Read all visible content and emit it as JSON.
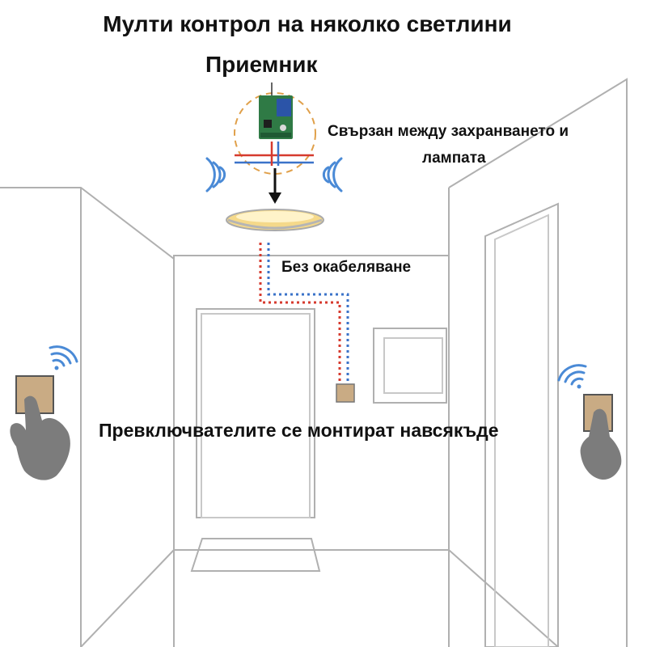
{
  "title": "Мулти контрол на няколко светлини",
  "receiver_label": "Приемник",
  "connection_note_line1": "Свързан между захранването и",
  "connection_note_line2": "лампата",
  "wireless_note": "Без окабеляване",
  "switches_note": "Превключвателите се монтират навсякъде",
  "colors": {
    "line": "#a8a8a8",
    "wire_red": "#d63a2e",
    "wire_blue": "#3b73c9",
    "wifi_blue": "#4a8ad6",
    "switch_fill": "#c9ab84",
    "hand": "#7c7c7c",
    "lamp_glow": "#f5d98a",
    "module_green": "#2f7a45",
    "relay_blue": "#2b54a8",
    "halo_orange": "#e0a04a"
  },
  "icons": [
    "relay-receiver-icon",
    "ceiling-lamp-icon",
    "wall-switch-icon",
    "hand-pointer-icon",
    "wifi-signal-icon",
    "arrow-down-icon"
  ]
}
